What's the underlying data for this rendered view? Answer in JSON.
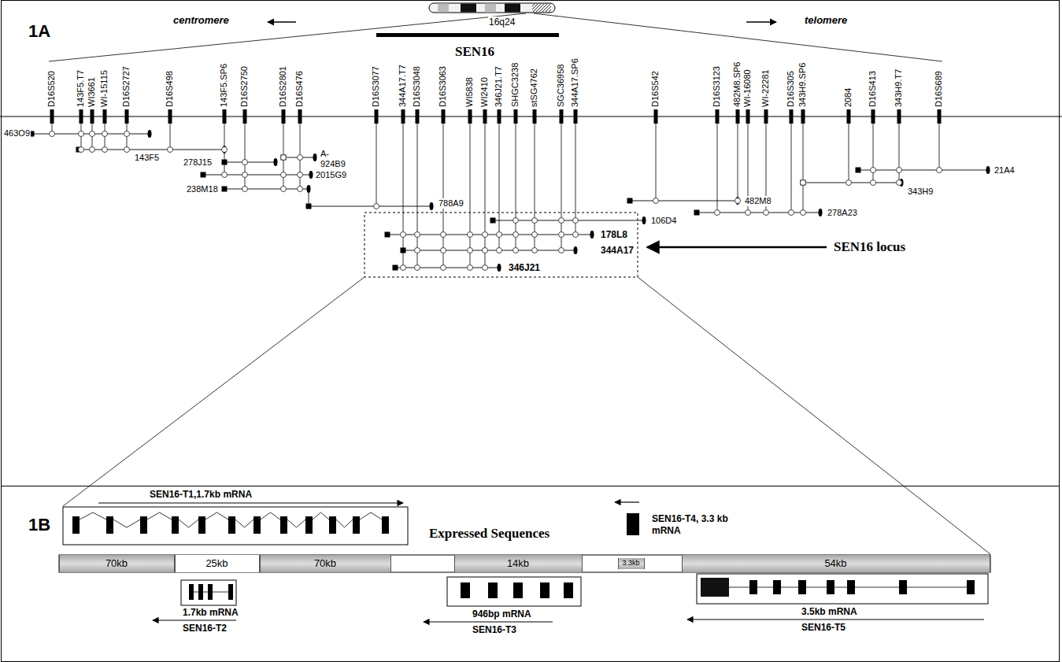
{
  "diagram": {
    "nodes": [
      {
        "text": [
          "1A"
        ]
      },
      {
        "text": [
          "1B"
        ]
      },
      {
        "text": [
          "70kb"
        ],
        "in": 1
      },
      {
        "text": [
          "25kb"
        ],
        "in": 1
      },
      {
        "text": [
          "70kb"
        ],
        "in": 1
      },
      {
        "text": [
          "14kb"
        ],
        "in": 1
      },
      {
        "text": [
          "3.3kb"
        ],
        "in": 1
      },
      {
        "text": [
          "54kb"
        ],
        "in": 1
      }
    ],
    "labels": [
      "16q24",
      "centromere",
      "telomere",
      "SEN16",
      "D16S520",
      "143F5.T7",
      "WI3661",
      "WI-15115",
      "D16S2727",
      "D16S498",
      "143F5.SP6",
      "D16S2750",
      "D16S2801",
      "D16S476",
      "D16S3077",
      "344A17.T7",
      "D16S3048",
      "D16S3063",
      "WI5838",
      "WI2410",
      "346J21.T7",
      "SHGC3238",
      "stSG4762",
      "SGC36958",
      "344A17.SP6",
      "D16S542",
      "D16S3123",
      "482M8.SP6",
      "WI-16080",
      "WI-22281",
      "D16S305",
      "343H9.SP6",
      "2084",
      "D16S413",
      "343H9.T7",
      "D16S689",
      "463O9",
      "143F5",
      "278J15",
      "A- 924B9",
      "2015G9",
      "238M18",
      "788A9",
      "106D4",
      "178L8",
      "344A17",
      "346J21",
      "482M8",
      "278A23",
      "343H9",
      "21A4",
      "SEN16 locus",
      "Expressed Sequences",
      "SEN16-T1,1.7kb mRNA",
      "SEN16-T4, 3.3 kb mRNA",
      "1.7kb mRNA SEN16-T2",
      "946bp mRNA SEN16-T3",
      "3.5kb mRNA SEN16-T5"
    ]
  }
}
